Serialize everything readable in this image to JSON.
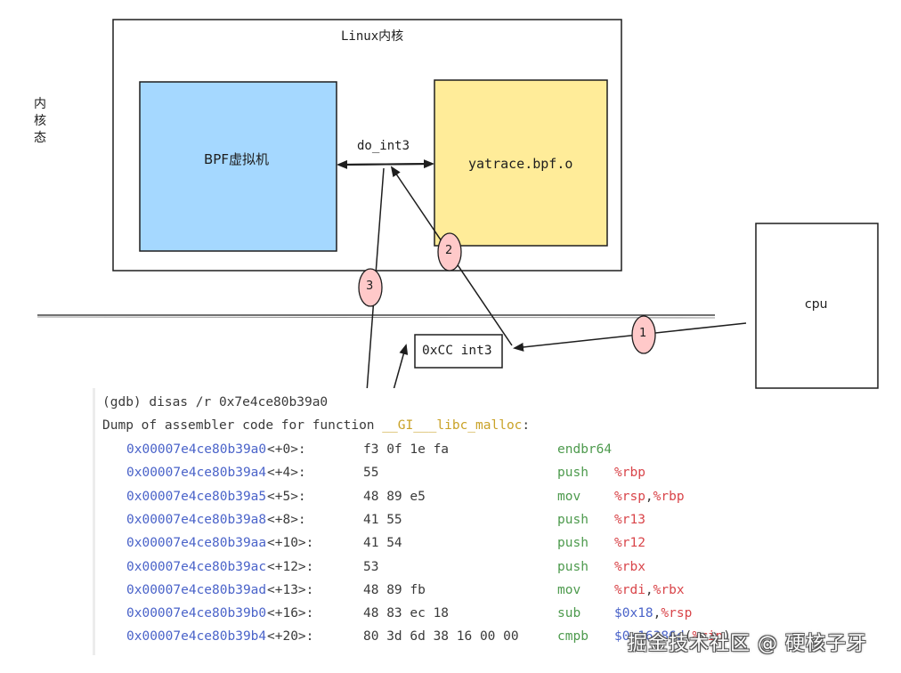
{
  "diagram": {
    "side_label": "内核态",
    "kernel_box": {
      "label": "Linux内核"
    },
    "bpf_vm_box": {
      "label": "BPF虚拟机",
      "fill": "#a5d8ff"
    },
    "bpf_obj_box": {
      "label": "yatrace.bpf.o",
      "fill": "#ffec99"
    },
    "call_label": "do_int3",
    "cpu_box": {
      "label": "cpu"
    },
    "int3_box": {
      "label": "0xCC int3"
    },
    "step_badges": [
      {
        "label": "1",
        "fill": "#ffc9c9"
      },
      {
        "label": "2",
        "fill": "#ffc9c9"
      },
      {
        "label": "3",
        "fill": "#ffc9c9"
      }
    ]
  },
  "gdb": {
    "command": "(gdb) disas /r 0x7e4ce80b39a0",
    "dump_prefix": "Dump of assembler code for function ",
    "function_name": "__GI___libc_malloc",
    "dump_suffix": ":",
    "rows": [
      {
        "addr": "0x00007e4ce80b39a0",
        "offset": "<+0>:",
        "bytes": "f3 0f 1e fa",
        "mnemonic": "endbr64",
        "operands": []
      },
      {
        "addr": "0x00007e4ce80b39a4",
        "offset": "<+4>:",
        "bytes": "55",
        "mnemonic": "push",
        "operands": [
          {
            "t": "%rbp",
            "k": "reg"
          }
        ]
      },
      {
        "addr": "0x00007e4ce80b39a5",
        "offset": "<+5>:",
        "bytes": "48 89 e5",
        "mnemonic": "mov",
        "operands": [
          {
            "t": "%rsp",
            "k": "reg"
          },
          {
            "t": ",",
            "k": "sep"
          },
          {
            "t": "%rbp",
            "k": "reg"
          }
        ]
      },
      {
        "addr": "0x00007e4ce80b39a8",
        "offset": "<+8>:",
        "bytes": "41 55",
        "mnemonic": "push",
        "operands": [
          {
            "t": "%r13",
            "k": "reg"
          }
        ]
      },
      {
        "addr": "0x00007e4ce80b39aa",
        "offset": "<+10>:",
        "bytes": "41 54",
        "mnemonic": "push",
        "operands": [
          {
            "t": "%r12",
            "k": "reg"
          }
        ]
      },
      {
        "addr": "0x00007e4ce80b39ac",
        "offset": "<+12>:",
        "bytes": "53",
        "mnemonic": "push",
        "operands": [
          {
            "t": "%rbx",
            "k": "reg"
          }
        ]
      },
      {
        "addr": "0x00007e4ce80b39ad",
        "offset": "<+13>:",
        "bytes": "48 89 fb",
        "mnemonic": "mov",
        "operands": [
          {
            "t": "%rdi",
            "k": "reg"
          },
          {
            "t": ",",
            "k": "sep"
          },
          {
            "t": "%rbx",
            "k": "reg"
          }
        ]
      },
      {
        "addr": "0x00007e4ce80b39b0",
        "offset": "<+16>:",
        "bytes": "48 83 ec 18",
        "mnemonic": "sub",
        "operands": [
          {
            "t": "$0x18",
            "k": "imm"
          },
          {
            "t": ",",
            "k": "sep"
          },
          {
            "t": "%rsp",
            "k": "reg"
          }
        ]
      },
      {
        "addr": "0x00007e4ce80b39b4",
        "offset": "<+20>:",
        "bytes": "80 3d 6d 38 16 00 00",
        "mnemonic": "cmpb",
        "operands": [
          {
            "t": "$0x16386d",
            "k": "imm"
          },
          {
            "t": "(",
            "k": "sep"
          },
          {
            "t": "%rip",
            "k": "reg"
          },
          {
            "t": ")",
            "k": "sep"
          }
        ]
      }
    ]
  },
  "watermark": "掘金技术社区 @ 硬核子牙"
}
